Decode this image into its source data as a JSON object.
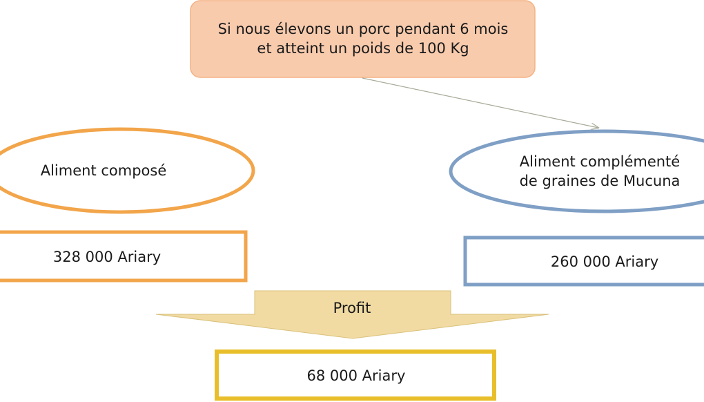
{
  "top_box": {
    "line1": "Si nous élevons un porc pendant 6 mois",
    "line2": "et atteint un poids de 100 Kg"
  },
  "left_option": {
    "label": "Aliment composé",
    "cost": "328 000 Ariary"
  },
  "right_option": {
    "line1": "Aliment complémenté",
    "line2": "de graines de Mucuna",
    "cost": "260 000 Ariary"
  },
  "profit": {
    "label": "Profit",
    "value": "68 000 Ariary"
  },
  "colors": {
    "top_box_fill": "#f8cbad",
    "top_box_border": "#f4b183",
    "orange": "#f2a54a",
    "blue": "#7f9fc5",
    "arrow_fill": "#f1dba3",
    "arrow_border": "#d9c07a",
    "yellow": "#e8be2a",
    "connector": "#a7ab98"
  }
}
